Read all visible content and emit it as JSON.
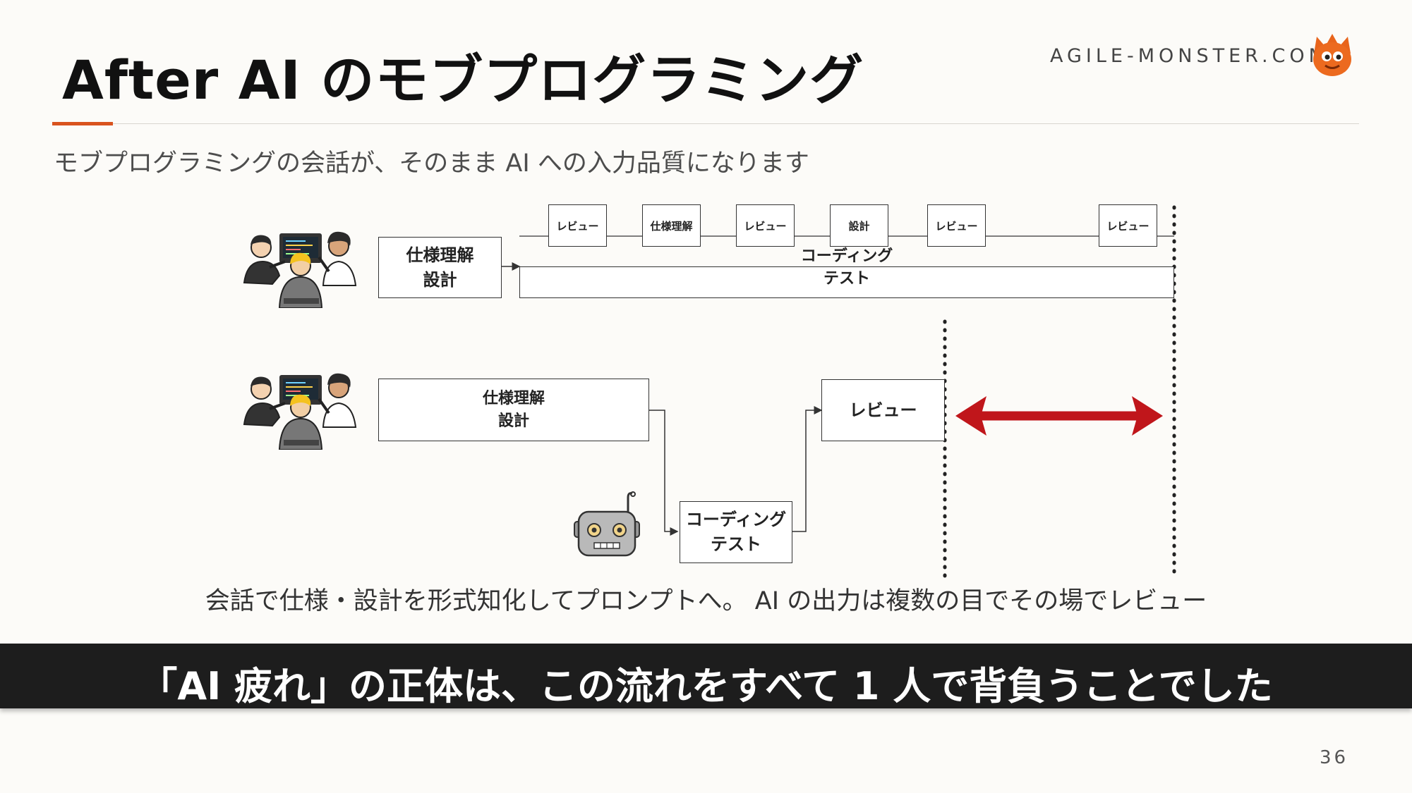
{
  "header": {
    "title": "After AI のモブプログラミング",
    "brand": "AGILE-MONSTER.COM",
    "logo_icon": "monster-logo-icon"
  },
  "subtitle": "モブプログラミングの会話が、そのまま AI への入力品質になります",
  "diagram": {
    "row1": {
      "spec_box": "仕様理解\n設計",
      "coding_box": "コーディング\nテスト",
      "tags": [
        "レビュー",
        "仕様理解",
        "レビュー",
        "設計",
        "レビュー",
        "レビュー"
      ]
    },
    "row2": {
      "spec_box": "仕様理解\n設計",
      "review_box": "レビュー",
      "coding_box": "コーディング\nテスト"
    },
    "icons": [
      "mob-team-icon",
      "mob-team-icon",
      "robot-icon",
      "double-arrow-icon"
    ],
    "accent_color": "#c0161b"
  },
  "caption": "会話で仕様・設計を形式知化してプロンプトへ。 AI の出力は複数の目でその場でレビュー",
  "banner": "「AI 疲れ」の正体は、この流れをすべて 1 人で背負うことでした",
  "page_number": "36"
}
